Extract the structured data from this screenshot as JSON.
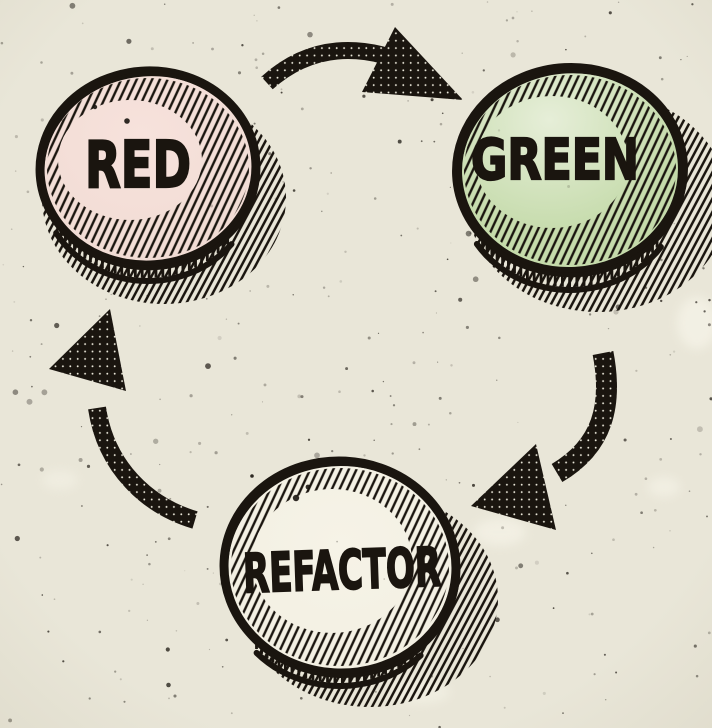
{
  "diagram": {
    "kind": "cycle",
    "nodes": [
      {
        "id": "red",
        "label": "RED"
      },
      {
        "id": "green",
        "label": "GREEN"
      },
      {
        "id": "refactor",
        "label": "REFACTOR"
      }
    ],
    "edges": [
      {
        "id": "red-to-green",
        "from": "red",
        "to": "green"
      },
      {
        "id": "green-to-refactor",
        "from": "green",
        "to": "refactor"
      },
      {
        "id": "refactor-to-red",
        "from": "refactor",
        "to": "red"
      }
    ]
  },
  "colors": {
    "paper": "#e9e6d8",
    "paperhi": "#f9f7ec",
    "ink": "#1a150f",
    "red": "#f1dcd4",
    "redhi": "#f7e2dc",
    "green": "#c5dbab",
    "greenhi": "#e6eed8",
    "refactor": "#f1eee0",
    "refactorhi": "#f6f3e7"
  }
}
